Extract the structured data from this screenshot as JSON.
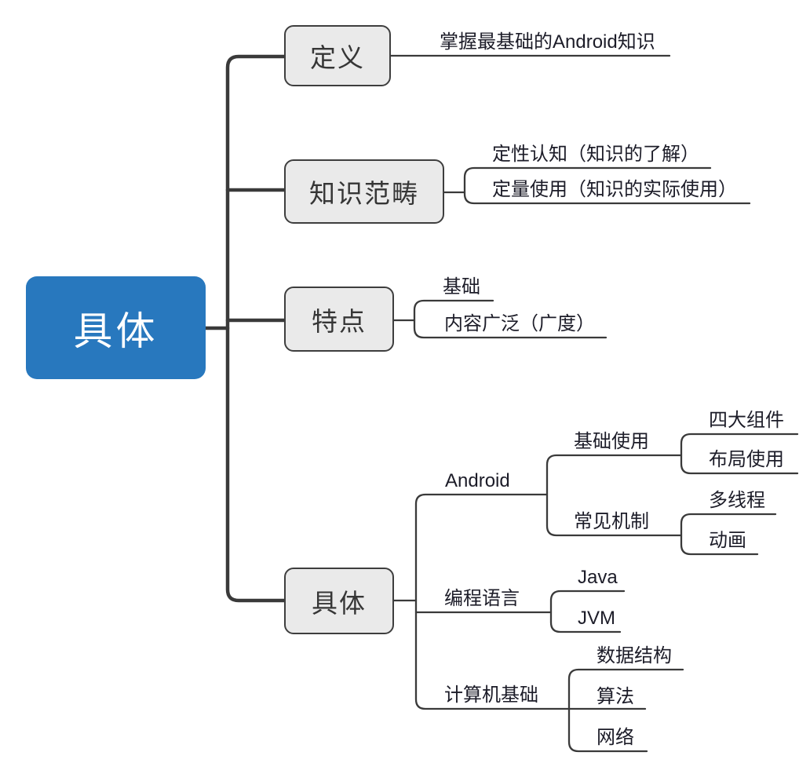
{
  "diagram": {
    "type": "mindmap",
    "colors": {
      "root_bg": "#2878BE",
      "root_text": "#FFFFFF",
      "topic_box_bg": "#EAEAEA",
      "topic_box_border": "#3E3E3E",
      "connector": "#3A3A3A",
      "label_text": "#1C1C28"
    }
  },
  "root": {
    "label": "具体"
  },
  "branches": [
    {
      "label": "定义",
      "children": [
        {
          "label": "掌握最基础的Android知识"
        }
      ]
    },
    {
      "label": "知识范畴",
      "children": [
        {
          "label": "定性认知（知识的了解）"
        },
        {
          "label": "定量使用（知识的实际使用）"
        }
      ]
    },
    {
      "label": "特点",
      "children": [
        {
          "label": "基础"
        },
        {
          "label": "内容广泛（广度）"
        }
      ]
    },
    {
      "label": "具体",
      "children": [
        {
          "label": "Android",
          "children": [
            {
              "label": "基础使用",
              "children": [
                {
                  "label": "四大组件"
                },
                {
                  "label": "布局使用"
                }
              ]
            },
            {
              "label": "常见机制",
              "children": [
                {
                  "label": "多线程"
                },
                {
                  "label": "动画"
                }
              ]
            }
          ]
        },
        {
          "label": "编程语言",
          "children": [
            {
              "label": "Java"
            },
            {
              "label": "JVM"
            }
          ]
        },
        {
          "label": "计算机基础",
          "children": [
            {
              "label": "数据结构"
            },
            {
              "label": "算法"
            },
            {
              "label": "网络"
            }
          ]
        }
      ]
    }
  ]
}
